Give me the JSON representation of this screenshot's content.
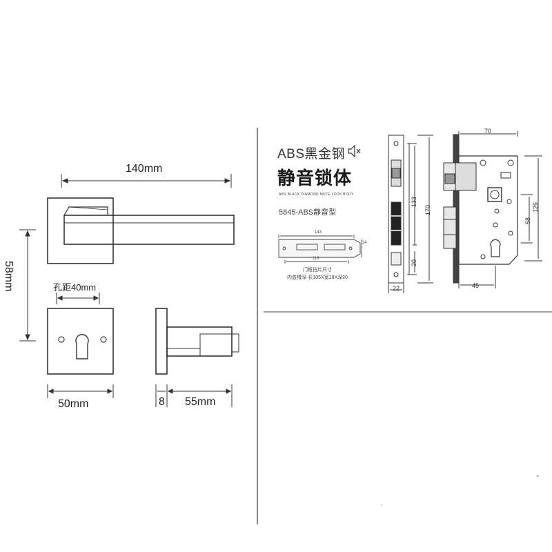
{
  "handle": {
    "width_label": "140mm",
    "height_label": "58mm",
    "hole_distance_label": "孔距40mm",
    "rose_width_label": "50mm",
    "rose_thickness_label": "8",
    "projection_label": "55mm"
  },
  "lockbody": {
    "title_line1": "ABS黑金钢",
    "mute_icon": "speaker-mute-icon",
    "title_line2": "静音锁体",
    "subtitle_en": "ABS BLACK DIAMOND MUTE LOCK BODY",
    "model": "5845-ABS静音型",
    "strike_plate": {
      "dim_length": "143",
      "dim_hole": "116",
      "dim_height": "24",
      "caption1": "门框挡片尺寸",
      "caption2": "内盒槽深-长105X宽18X深20"
    },
    "faceplate": {
      "dim_133": "133",
      "dim_170": "170",
      "dim_20": "20",
      "dim_22": "22"
    },
    "body": {
      "dim_70": "70",
      "dim_126": "126",
      "dim_58": "58",
      "dim_45": "45"
    }
  }
}
